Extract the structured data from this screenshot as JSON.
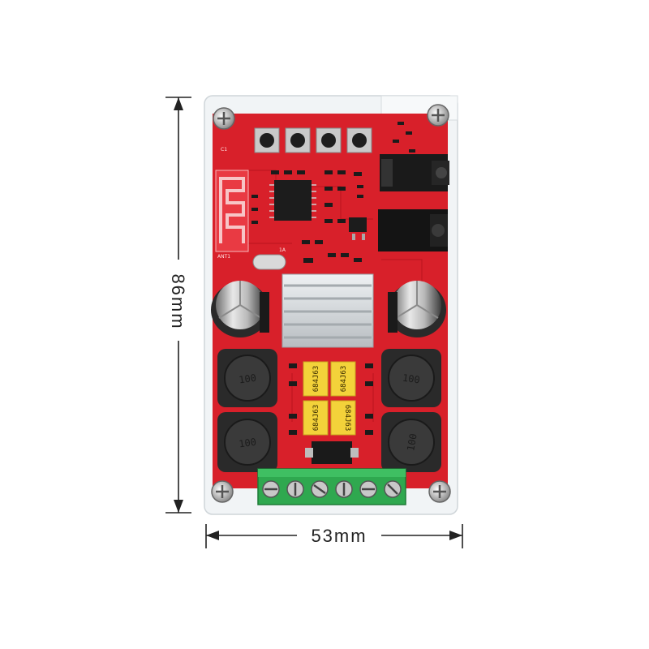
{
  "dimensions": {
    "height_label": "86mm",
    "width_label": "53mm"
  },
  "board": {
    "inductor_label": "100",
    "capacitor_label": "684J63",
    "silkscreen": {
      "antenna": "ANT1",
      "crystal": "1A",
      "left_corner": "C1"
    }
  },
  "colors": {
    "pcb": "#d8202a",
    "acrylic": "#f1f4f6",
    "heatsink": "#d9dde0",
    "terminal": "#2fa84f",
    "capacitor": "#f3d23a",
    "inductor": "#2a2a2a"
  }
}
